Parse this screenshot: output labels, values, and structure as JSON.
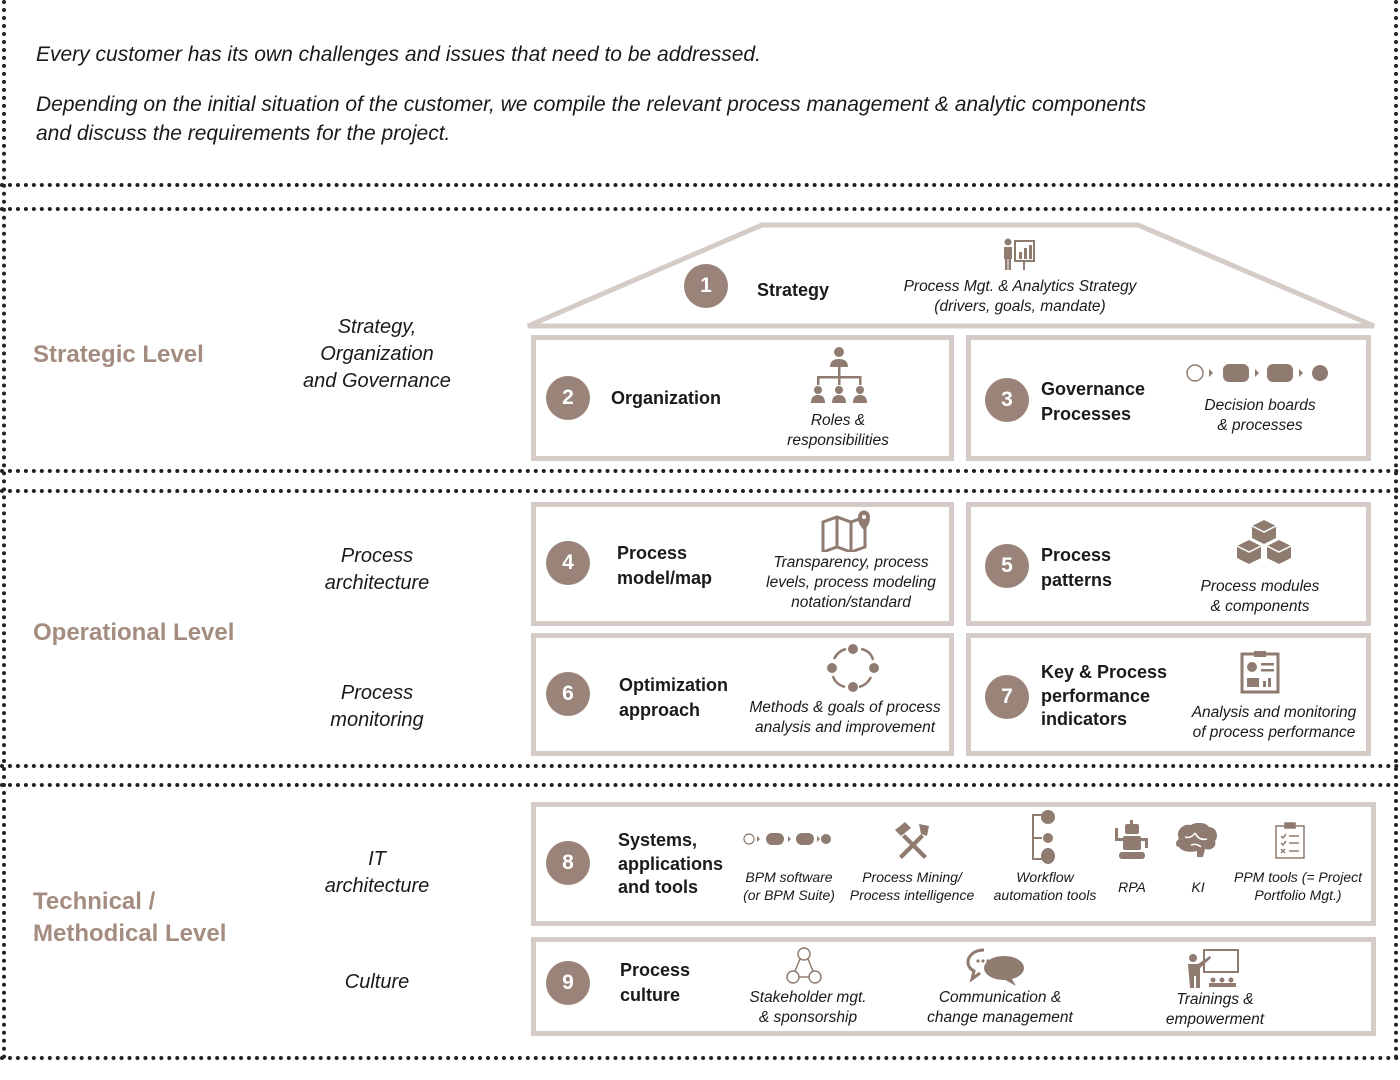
{
  "intro": {
    "line1": "Every customer has its own challenges and issues that need to be addressed.",
    "line2": "Depending on the initial situation of the customer, we compile the relevant process management & analytic components",
    "line3": "and discuss the requirements for the project."
  },
  "levels": {
    "strategic": "Strategic Level",
    "operational": "Operational Level",
    "technical_1": "Technical /",
    "technical_2": "Methodical Level"
  },
  "sublabels": {
    "strategy_org": [
      "Strategy,",
      "Organization",
      "and Governance"
    ],
    "process_arch": [
      "Process",
      "architecture"
    ],
    "process_mon": [
      "Process",
      "monitoring"
    ],
    "it_arch": [
      "IT",
      "architecture"
    ],
    "culture": "Culture"
  },
  "colors": {
    "accent": "#9a8479",
    "level_text": "#a48d80",
    "box_border": "#d6ccc7"
  },
  "components": [
    {
      "num": "1",
      "title": [
        "Strategy"
      ],
      "desc": [
        "Process Mgt. & Analytics Strategy",
        "(drivers, goals, mandate)"
      ],
      "icon": "presentation-icon"
    },
    {
      "num": "2",
      "title": [
        "Organization"
      ],
      "desc": [
        "Roles &",
        "responsibilities"
      ],
      "icon": "org-chart-icon"
    },
    {
      "num": "3",
      "title": [
        "Governance",
        "Processes"
      ],
      "desc": [
        "Decision boards",
        "& processes"
      ],
      "icon": "process-flow-icon"
    },
    {
      "num": "4",
      "title": [
        "Process",
        "model/map"
      ],
      "desc": [
        "Transparency, process",
        "levels, process modeling",
        "notation/standard"
      ],
      "icon": "map-icon"
    },
    {
      "num": "5",
      "title": [
        "Process",
        "patterns"
      ],
      "desc": [
        "Process modules",
        "& components"
      ],
      "icon": "cubes-icon"
    },
    {
      "num": "6",
      "title": [
        "Optimization",
        "approach"
      ],
      "desc": [
        "Methods & goals of process",
        "analysis and improvement"
      ],
      "icon": "cycle-icon"
    },
    {
      "num": "7",
      "title": [
        "Key & Process",
        "performance",
        "indicators"
      ],
      "desc": [
        "Analysis and monitoring",
        "of process performance"
      ],
      "icon": "dashboard-icon"
    },
    {
      "num": "8",
      "title": [
        "Systems,",
        "applications",
        "and tools"
      ],
      "tools": [
        {
          "label": [
            "BPM software",
            "(or BPM Suite)"
          ],
          "icon": "process-flow-icon"
        },
        {
          "label": [
            "Process Mining/",
            "Process intelligence"
          ],
          "icon": "tools-icon"
        },
        {
          "label": [
            "Workflow",
            "automation tools"
          ],
          "icon": "workflow-icon"
        },
        {
          "label": [
            "RPA"
          ],
          "icon": "robot-icon"
        },
        {
          "label": [
            "KI"
          ],
          "icon": "brain-icon"
        },
        {
          "label": [
            "PPM tools (= Project",
            "Portfolio Mgt.)"
          ],
          "icon": "checklist-icon"
        }
      ]
    },
    {
      "num": "9",
      "title": [
        "Process",
        "culture"
      ],
      "tools": [
        {
          "label": [
            "Stakeholder mgt.",
            "& sponsorship"
          ],
          "icon": "stakeholder-icon"
        },
        {
          "label": [
            "Communication &",
            "change management"
          ],
          "icon": "chat-icon"
        },
        {
          "label": [
            "Trainings &",
            "empowerment"
          ],
          "icon": "training-icon"
        }
      ]
    }
  ]
}
